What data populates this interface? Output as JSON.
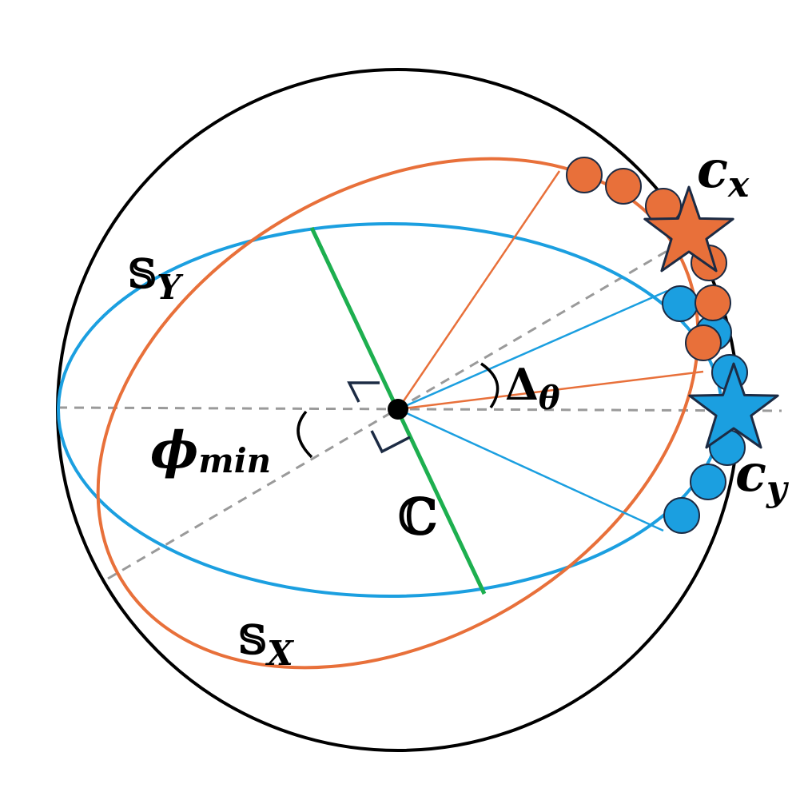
{
  "colors": {
    "sphere": "#000000",
    "orange": "#E8703A",
    "blue": "#1B9FE0",
    "green": "#1DAF4F",
    "dashed": "#9A9A9A",
    "marker_stroke": "#1C2B44",
    "right_angle": "#1C2B44"
  },
  "labels": {
    "s_y": {
      "base": "𝕊",
      "sub": "Y"
    },
    "s_x": {
      "base": "𝕊",
      "sub": "X"
    },
    "c_x": {
      "base": "c",
      "sub": "x"
    },
    "c_y": {
      "base": "c",
      "sub": "y"
    },
    "delta_theta": {
      "base": "Δ",
      "sub": "θ"
    },
    "phi_min": {
      "base": "ϕ",
      "sub": "min"
    },
    "C": "ℂ"
  }
}
